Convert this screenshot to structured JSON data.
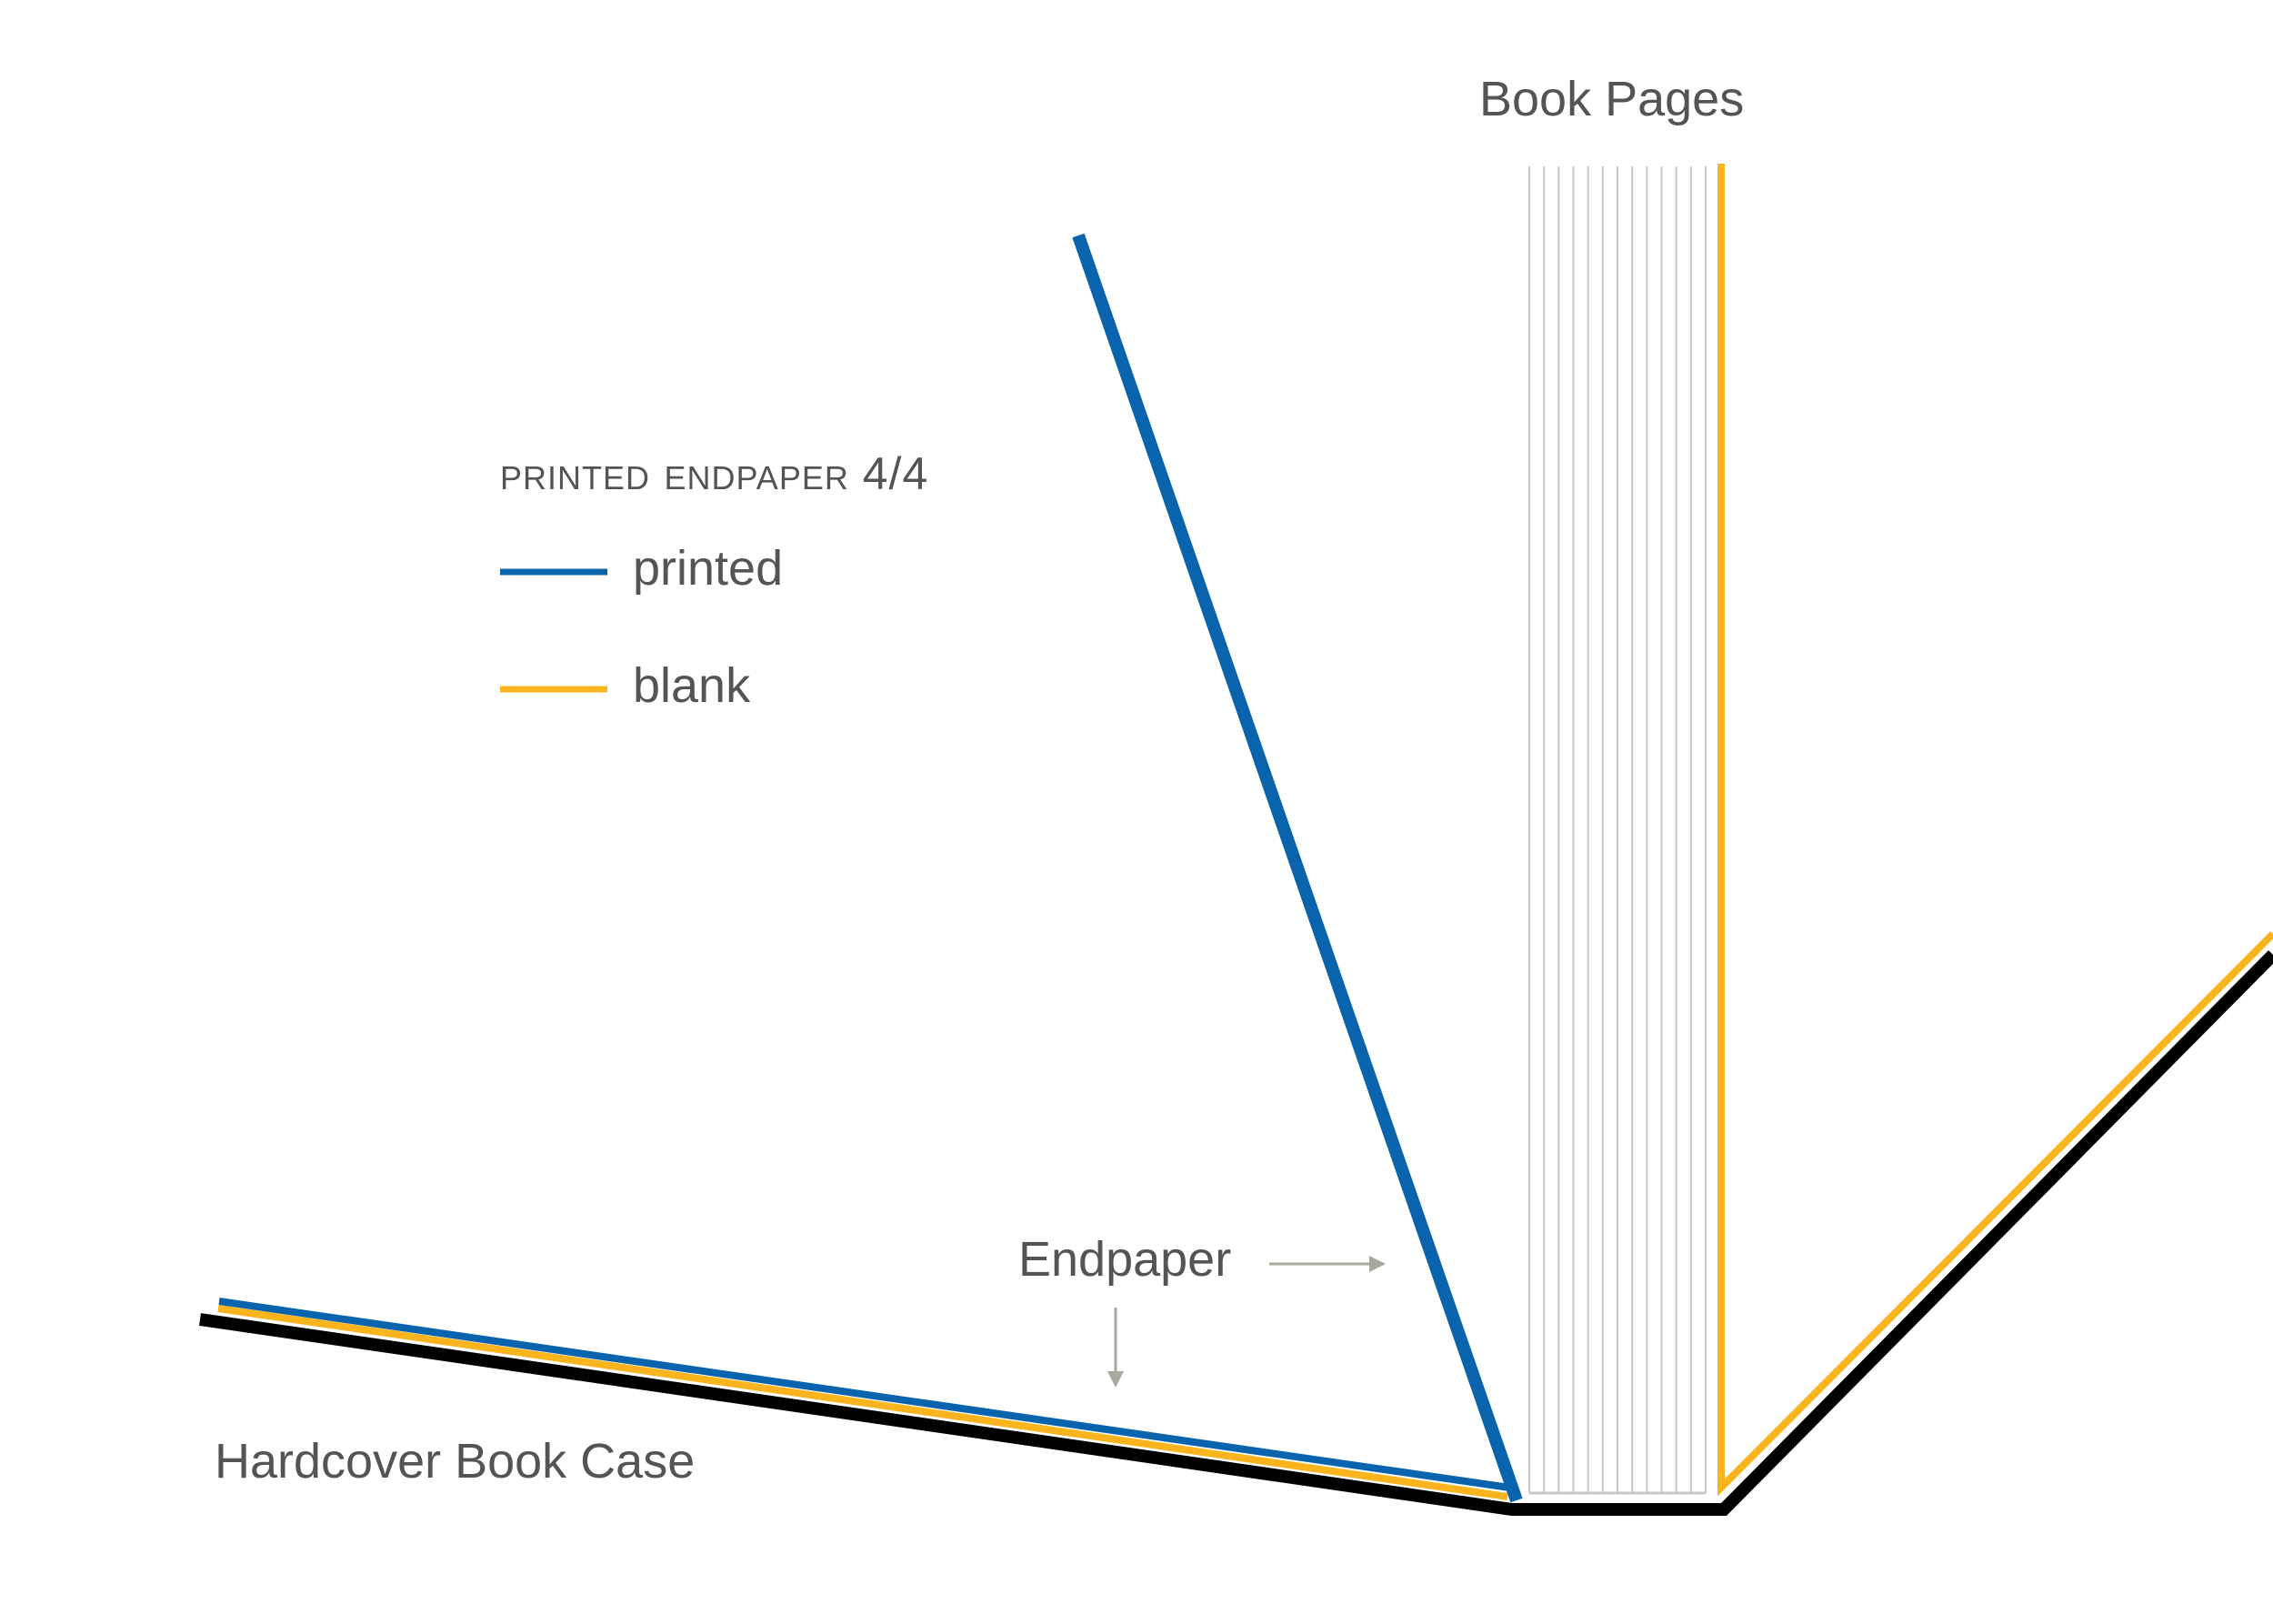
{
  "labels": {
    "book_pages": "Book Pages",
    "endpaper": "Endpaper",
    "hardcover_case": "Hardcover Book Case"
  },
  "legend": {
    "title_text": "PRINTED ENDPAPER",
    "title_suffix": "4/4",
    "items": [
      {
        "label": "printed",
        "color": "#0a64ad"
      },
      {
        "label": "blank",
        "color": "#f9b41e"
      }
    ]
  },
  "colors": {
    "printed": "#0a64ad",
    "blank": "#f9b41e",
    "case": "#000000",
    "pages": "#c8c8c8",
    "arrow": "#a8a89c",
    "text": "#545454"
  },
  "page_leaves_count": 13
}
